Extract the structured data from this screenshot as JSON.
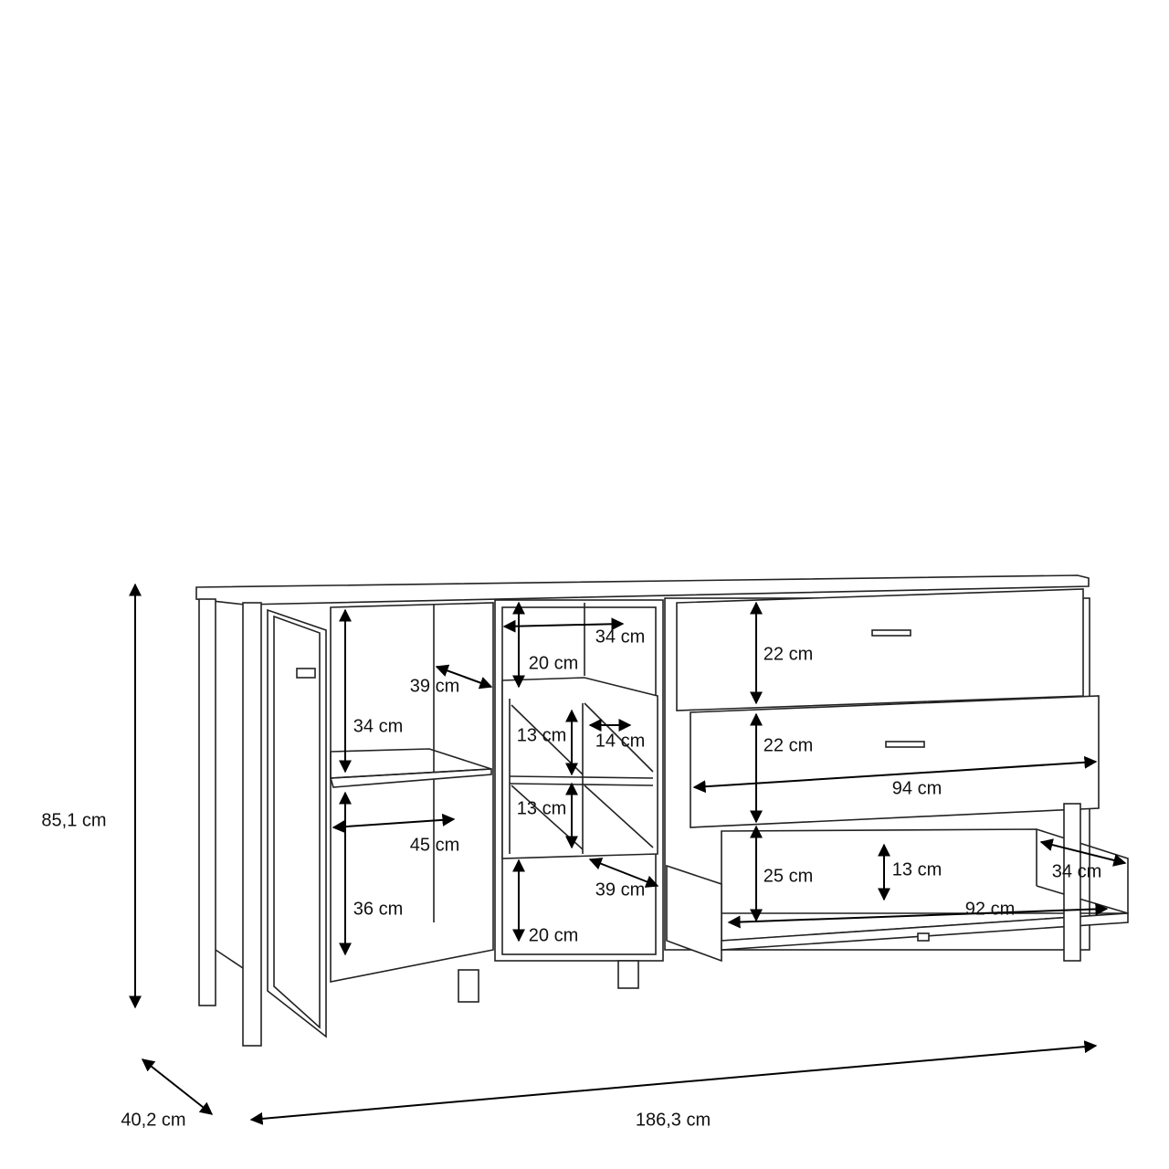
{
  "overall": {
    "height": "85,1 cm",
    "depth": "40,2 cm",
    "width": "186,3 cm"
  },
  "left_compartment": {
    "upper_height": "34 cm",
    "shelf_depth": "39 cm",
    "inner_width": "45 cm",
    "lower_height": "36 cm"
  },
  "middle_compartment": {
    "top_width": "34 cm",
    "top_height": "20 cm",
    "cell_height_1": "13 cm",
    "cell_width": "14 cm",
    "cell_height_2": "13 cm",
    "bottom_depth": "39 cm",
    "bottom_height": "20 cm"
  },
  "drawers": {
    "drawer1_height": "22 cm",
    "drawer2_height": "22 cm",
    "drawer_width": "94 cm",
    "drawer3_height": "25 cm",
    "inner_height": "13 cm",
    "inner_depth": "34 cm",
    "inner_width": "92 cm"
  }
}
